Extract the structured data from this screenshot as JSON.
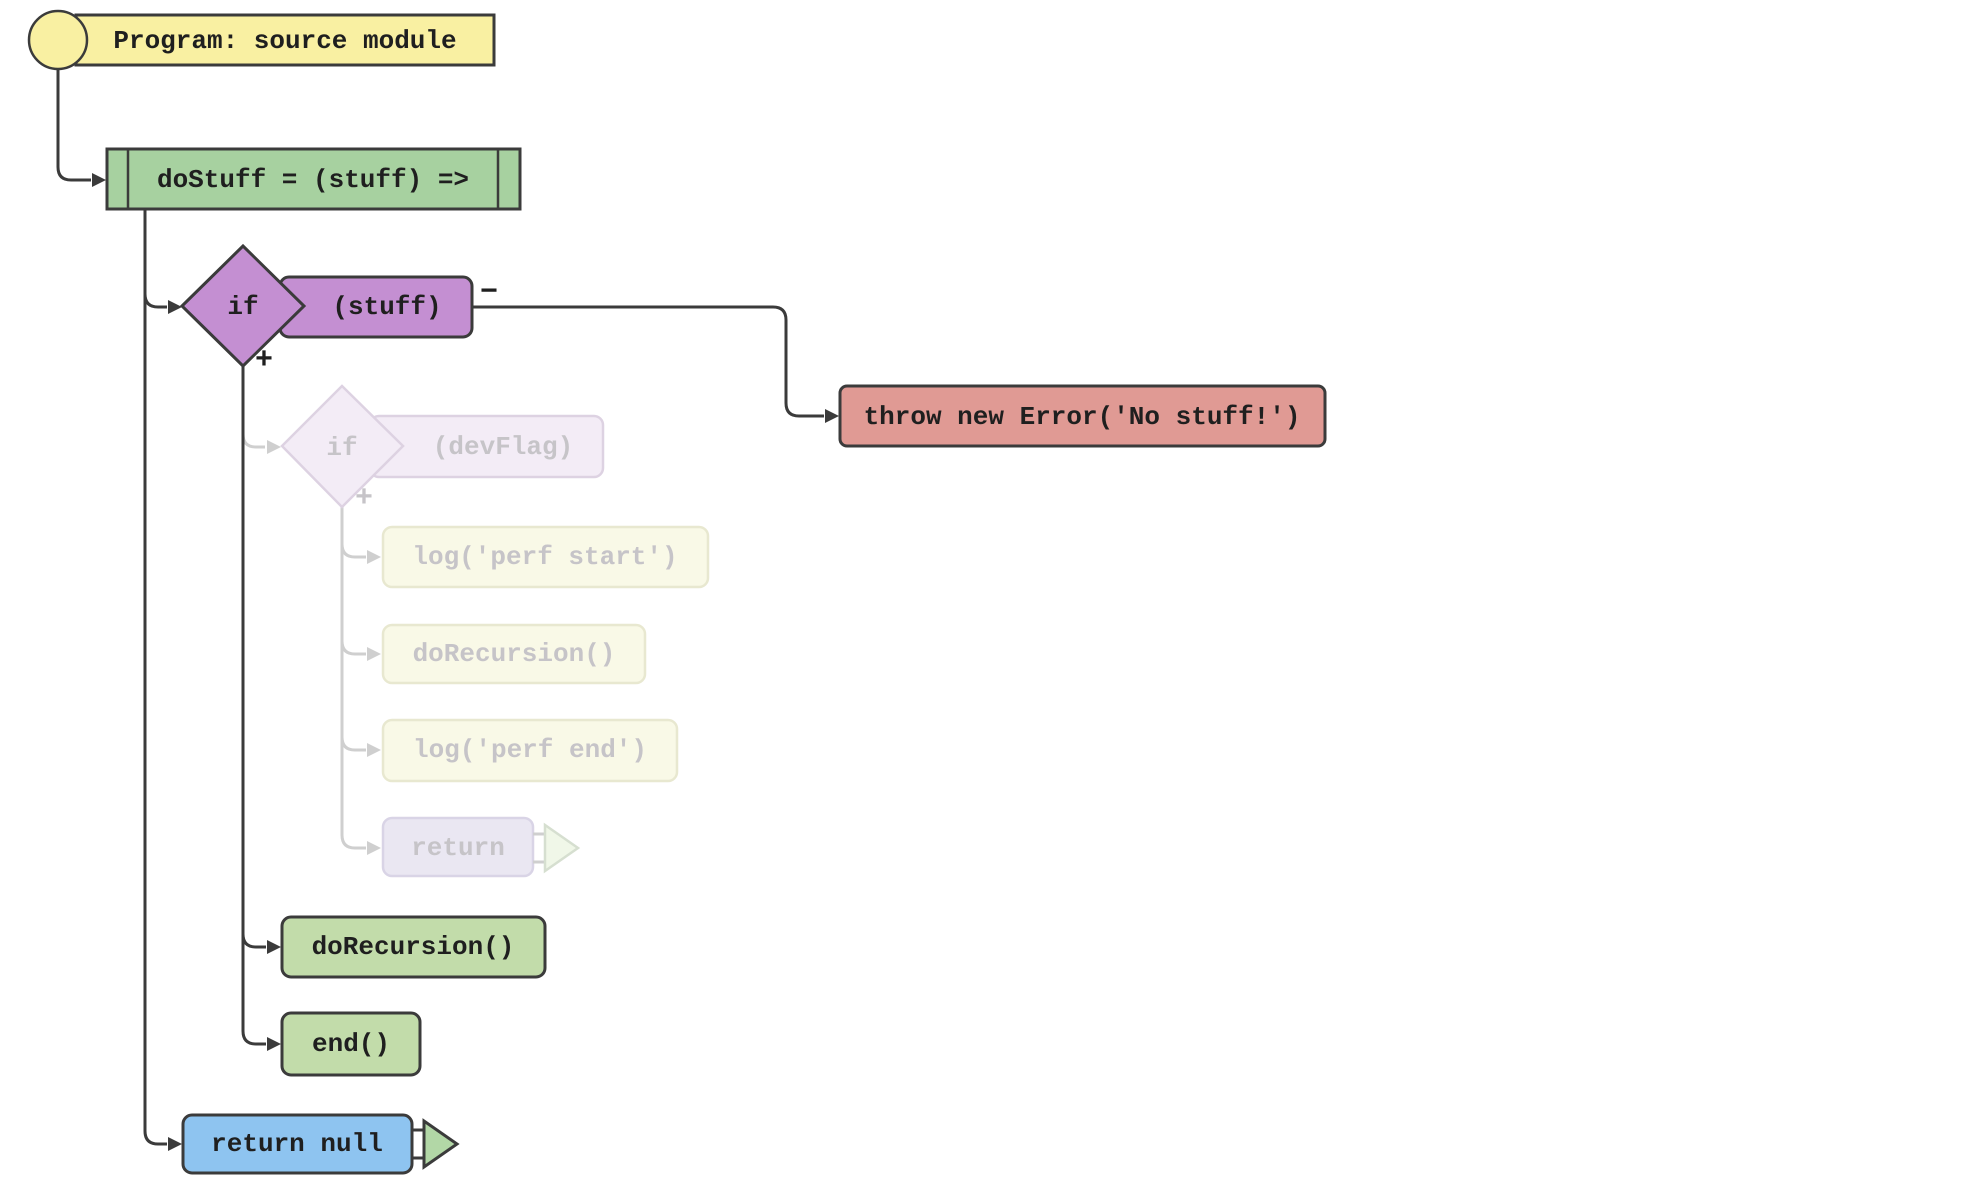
{
  "diagram": {
    "type": "code-flowchart",
    "nodes": {
      "program": {
        "label": "Program: source module"
      },
      "function_declaration": {
        "label": "doStuff = (stuff) =>"
      },
      "if_stuff": {
        "keyword": "if",
        "condition": "(stuff)",
        "plus_label": "+",
        "minus_label": "−"
      },
      "throw_error": {
        "label": "throw new Error('No stuff!')"
      },
      "if_devflag": {
        "keyword": "if",
        "condition": "(devFlag)",
        "plus_label": "+"
      },
      "log_perf_start": {
        "label": "log('perf start')"
      },
      "do_recursion_dev": {
        "label": "doRecursion()"
      },
      "log_perf_end": {
        "label": "log('perf end')"
      },
      "return_dev": {
        "label": "return"
      },
      "do_recursion": {
        "label": "doRecursion()"
      },
      "end_call": {
        "label": "end()"
      },
      "return_null": {
        "label": "return null"
      }
    },
    "palette": {
      "line": "#3b3b3b",
      "faded_line": "#cfcfcf",
      "yellow": "#f9f0a2",
      "function_green": "#a7d1a0",
      "operation_green": "#c2dcaa",
      "purple": "#c48fd2",
      "red": "#e09a94",
      "blue": "#8ec4f0",
      "triangle_green": "#b2d7a6",
      "faded_purple": "#f3ecf6",
      "faded_yellow": "#f9f9e7",
      "faded_lavender": "#eae7f2",
      "faded_triangle_green": "#f0f7e8",
      "text": "#1f1f1f",
      "faded_text": "#c6c4c8"
    }
  }
}
